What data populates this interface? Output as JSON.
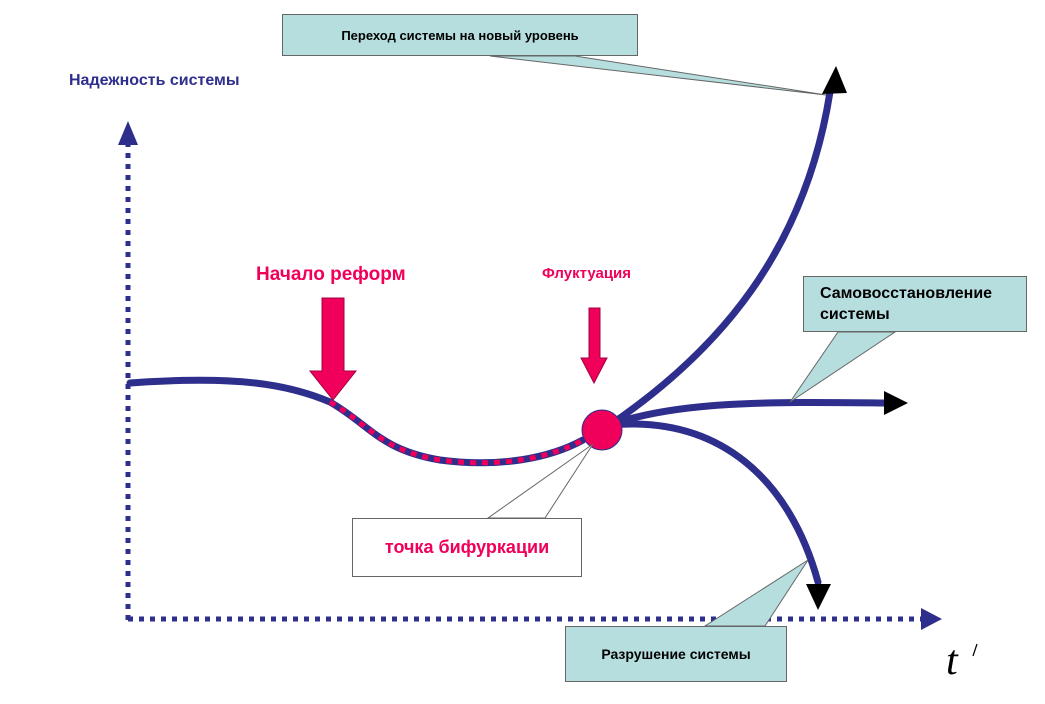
{
  "axes": {
    "y_label": "Надежность системы",
    "x_label": "t",
    "axis_color": "#2e2e8c"
  },
  "annotations": {
    "reforms_start": "Начало реформ",
    "fluctuation": "Флуктуация",
    "bifurcation_point": "точка бифуркации"
  },
  "outcomes": {
    "new_level": "Переход системы на новый уровень",
    "self_recovery": "Самовосстановление системы",
    "destruction": "Разрушение системы"
  },
  "colors": {
    "curve": "#2e2e8c",
    "accent": "#f0005a",
    "callout_fill": "#b7dede",
    "label_blue": "#2e2e8c",
    "label_pink": "#f0005a",
    "arrow_head": "#000000"
  },
  "icons": {
    "reforms_arrow": "down-arrow",
    "fluctuation_arrow": "down-arrow",
    "bifurcation_marker": "circle"
  }
}
